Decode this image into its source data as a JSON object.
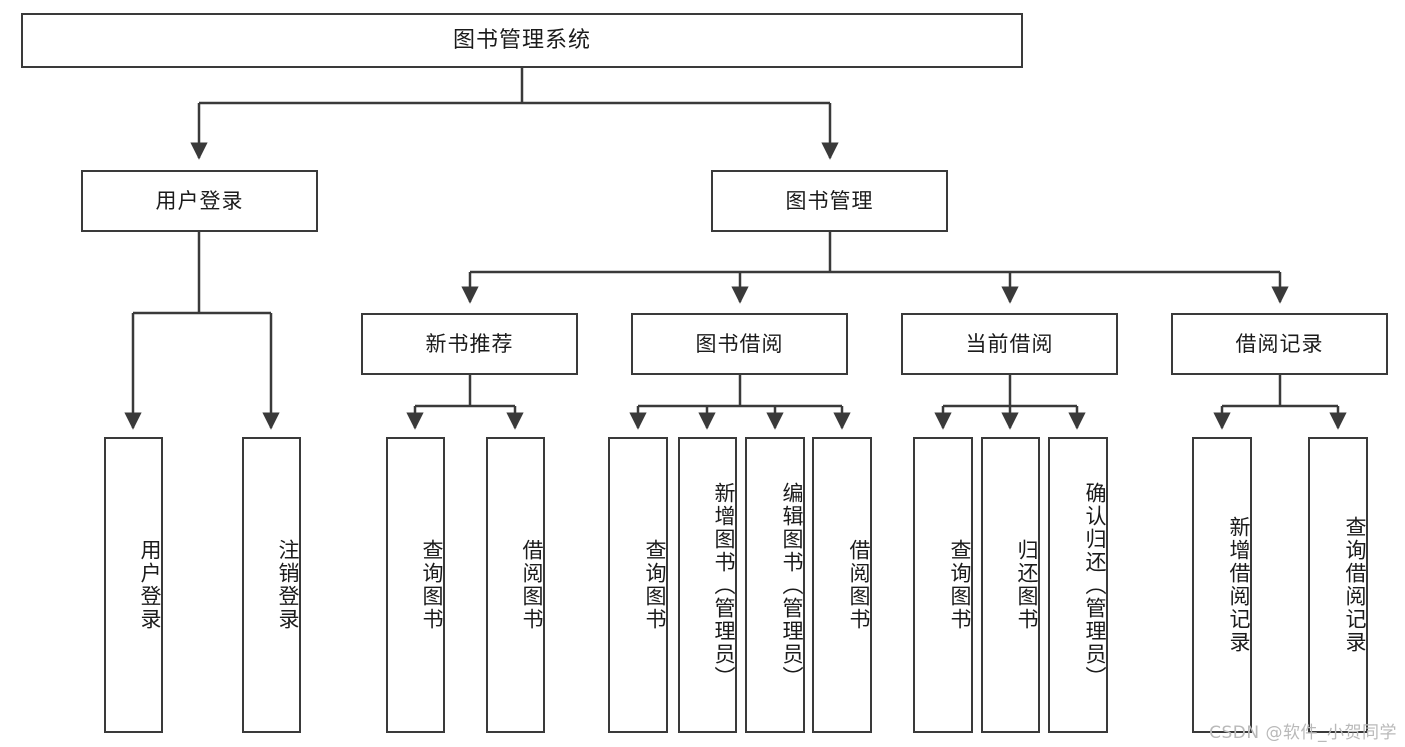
{
  "diagram": {
    "title": "图书管理系统",
    "type": "tree",
    "orientation": "top-down",
    "colors": {
      "box_border": "#3a3a3a",
      "box_fill": "#ffffff",
      "connector": "#3a3a3a",
      "text": "#1b1b1b",
      "watermark": "#b9b9b9",
      "background": "#ffffff"
    },
    "root": {
      "id": "root",
      "label": "图书管理系统"
    },
    "level2": [
      {
        "id": "user-login",
        "label": "用户登录"
      },
      {
        "id": "book-manage",
        "label": "图书管理"
      }
    ],
    "level3": [
      {
        "id": "new-book-rec",
        "label": "新书推荐",
        "parent": "book-manage"
      },
      {
        "id": "book-borrow",
        "label": "图书借阅",
        "parent": "book-manage"
      },
      {
        "id": "current-borrow",
        "label": "当前借阅",
        "parent": "book-manage"
      },
      {
        "id": "borrow-record",
        "label": "借阅记录",
        "parent": "book-manage"
      }
    ],
    "leaves": [
      {
        "id": "leaf-user-login",
        "label": "用户登录",
        "parent": "user-login"
      },
      {
        "id": "leaf-user-logout",
        "label": "注销登录",
        "parent": "user-login"
      },
      {
        "id": "leaf-query-book-1",
        "label": "查询图书",
        "parent": "new-book-rec"
      },
      {
        "id": "leaf-borrow-book-1",
        "label": "借阅图书",
        "parent": "new-book-rec"
      },
      {
        "id": "leaf-query-book-2",
        "label": "查询图书",
        "parent": "book-borrow"
      },
      {
        "id": "leaf-add-book",
        "label": "新增图书（管理员）",
        "parent": "book-borrow"
      },
      {
        "id": "leaf-edit-book",
        "label": "编辑图书（管理员）",
        "parent": "book-borrow"
      },
      {
        "id": "leaf-borrow-book-2",
        "label": "借阅图书",
        "parent": "book-borrow"
      },
      {
        "id": "leaf-query-book-3",
        "label": "查询图书",
        "parent": "current-borrow"
      },
      {
        "id": "leaf-return-book",
        "label": "归还图书",
        "parent": "current-borrow"
      },
      {
        "id": "leaf-confirm-return",
        "label": "确认归还（管理员）",
        "parent": "current-borrow"
      },
      {
        "id": "leaf-add-record",
        "label": "新增借阅记录",
        "parent": "borrow-record"
      },
      {
        "id": "leaf-query-record",
        "label": "查询借阅记录",
        "parent": "borrow-record"
      }
    ]
  },
  "watermark": {
    "text": "CSDN @软件_小贺同学"
  }
}
